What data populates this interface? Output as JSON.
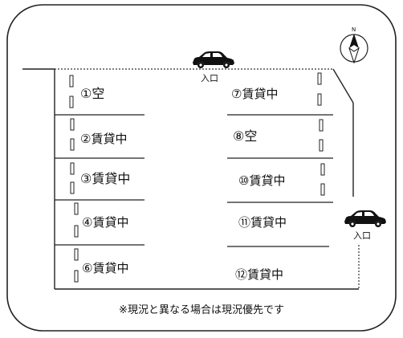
{
  "compass": {
    "north_letter": "N",
    "icon": "north-arrow-compass-icon"
  },
  "entrances": [
    {
      "label": "入口",
      "icon": "car-icon"
    },
    {
      "label": "入口",
      "icon": "car-icon"
    }
  ],
  "left_column": [
    {
      "label": "①空"
    },
    {
      "label": "②賃貸中"
    },
    {
      "label": "③賃貸中"
    },
    {
      "label": "④賃貸中"
    },
    {
      "label": "⑥賃貸中"
    }
  ],
  "right_column": [
    {
      "label": "⑦賃貸中"
    },
    {
      "label": "⑧空"
    },
    {
      "label": "⑩賃貸中"
    },
    {
      "label": "⑪賃貸中"
    },
    {
      "label": "⑫賃貸中"
    }
  ],
  "note": "※現況と異なる場合は現況優先です",
  "colors": {
    "line": "#222222",
    "background": "#ffffff"
  }
}
